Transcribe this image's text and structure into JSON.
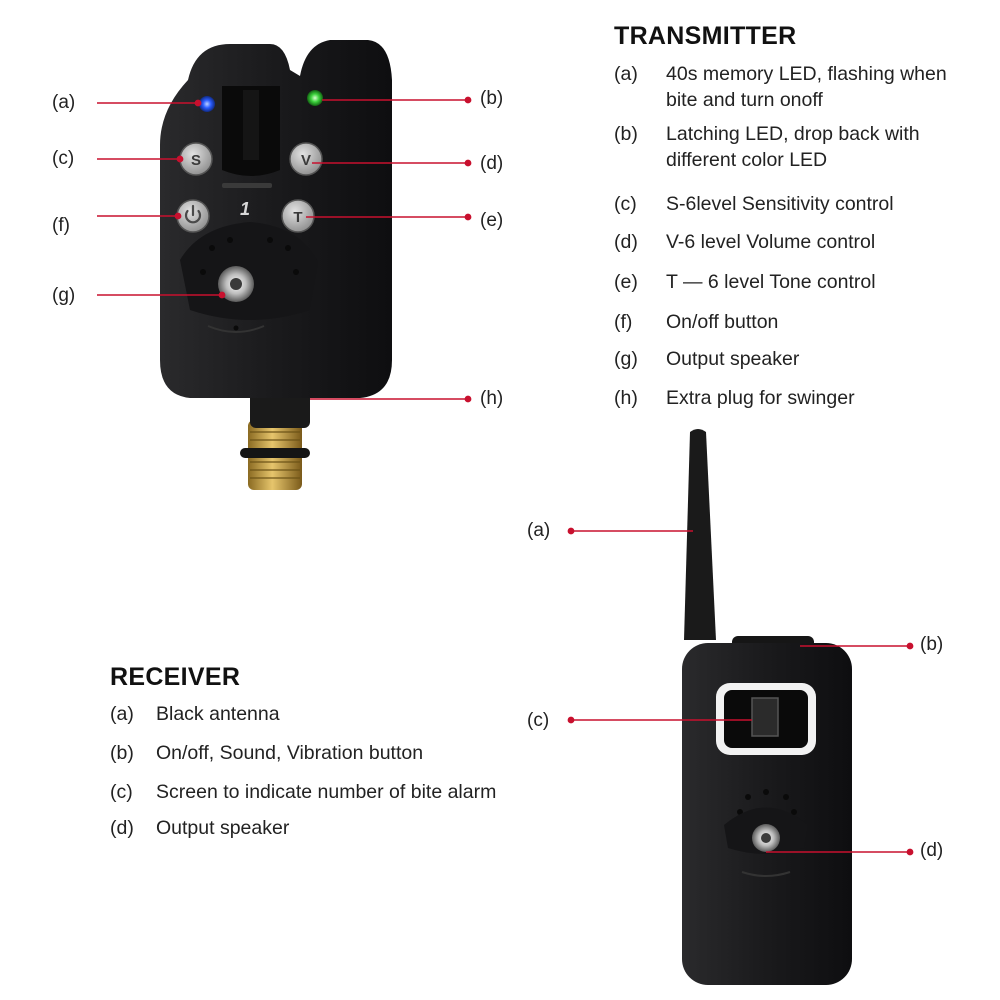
{
  "transmitter": {
    "heading": "TRANSMITTER",
    "items": [
      {
        "tag": "(a)",
        "text": "40s memory LED, flashing when bite and turn onoff"
      },
      {
        "tag": "(b)",
        "text": "Latching LED, drop back with different color LED"
      },
      {
        "tag": "(c)",
        "text": "S-6level Sensitivity control"
      },
      {
        "tag": "(d)",
        "text": "V-6 level Volume control"
      },
      {
        "tag": "(e)",
        "text": "T — 6 level Tone control"
      },
      {
        "tag": "(f)",
        "text": "On/off button"
      },
      {
        "tag": "(g)",
        "text": "Output speaker"
      },
      {
        "tag": "(h)",
        "text": "Extra plug for swinger"
      }
    ],
    "callouts": [
      "(a)",
      "(b)",
      "(c)",
      "(d)",
      "(f)",
      "(e)",
      "(g)",
      "(h)"
    ],
    "button_letters": [
      "S",
      "V",
      "T"
    ],
    "channel_number": "1"
  },
  "receiver": {
    "heading": "RECEIVER",
    "items": [
      {
        "tag": "(a)",
        "text": "Black antenna"
      },
      {
        "tag": "(b)",
        "text": "On/off, Sound, Vibration button"
      },
      {
        "tag": "(c)",
        "text": "Screen to indicate number of bite alarm"
      },
      {
        "tag": "(d)",
        "text": "Output speaker"
      }
    ],
    "callouts": [
      "(a)",
      "(b)",
      "(c)",
      "(d)"
    ]
  },
  "colors": {
    "leader_line": "#c8102e",
    "device_body": "#1c1c1e",
    "led_blue": "#2a5cff",
    "led_green": "#3cd23c",
    "brass": "#c9a24a"
  },
  "icons": [
    "power-icon"
  ]
}
